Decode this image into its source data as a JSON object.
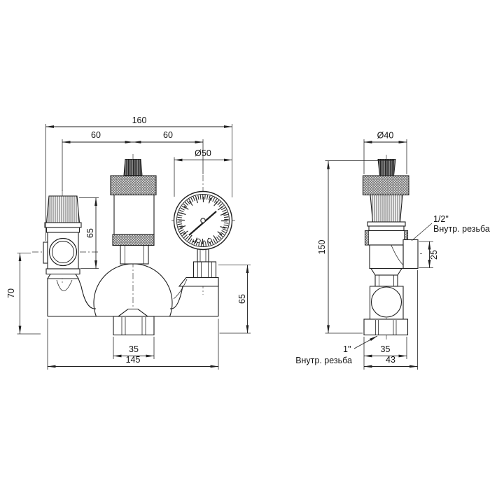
{
  "colors": {
    "background": "#ffffff",
    "line": "#1f1f1f",
    "text": "#141414"
  },
  "front_view": {
    "dim_total_width": "160",
    "dim_spacing_left": "60",
    "dim_spacing_right": "60",
    "dim_gauge_diameter": "Ø50",
    "dim_valve_height": "65",
    "dim_left_height": "70",
    "dim_gauge_height": "65",
    "dim_nut_width": "35",
    "dim_body_length": "145"
  },
  "side_view": {
    "dim_cap_diameter": "Ø40",
    "dim_total_height": "150",
    "dim_outlet_height": "25",
    "dim_nut_width": "35",
    "dim_depth": "43",
    "label_side_outlet_size": "1/2\"",
    "label_side_outlet_thread": "Внутр. резьба",
    "label_bottom_size": "1\"",
    "label_bottom_thread": "Внутр. резьба"
  }
}
